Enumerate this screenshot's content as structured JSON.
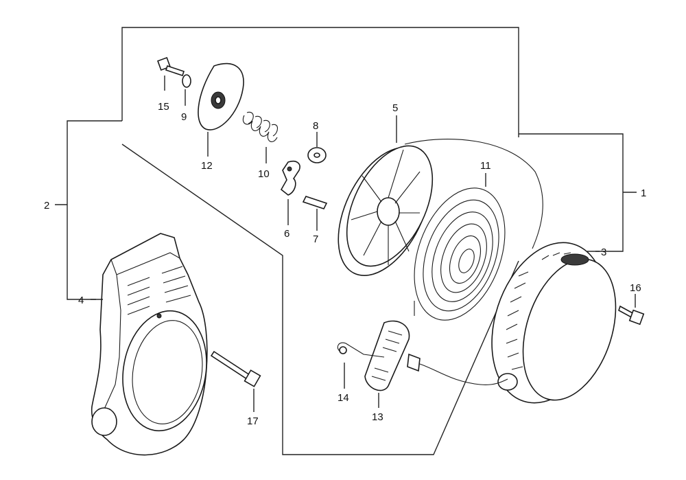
{
  "labels": {
    "p1": "1",
    "p2": "2",
    "p3": "3",
    "p4": "4",
    "p5": "5",
    "p6": "6",
    "p7": "7",
    "p8": "8",
    "p9": "9",
    "p10": "10",
    "p11": "11",
    "p12": "12",
    "p13": "13",
    "p14": "14",
    "p15": "15",
    "p16": "16",
    "p17": "17"
  },
  "colors": {
    "line": "#222222",
    "background": "#ffffff"
  }
}
